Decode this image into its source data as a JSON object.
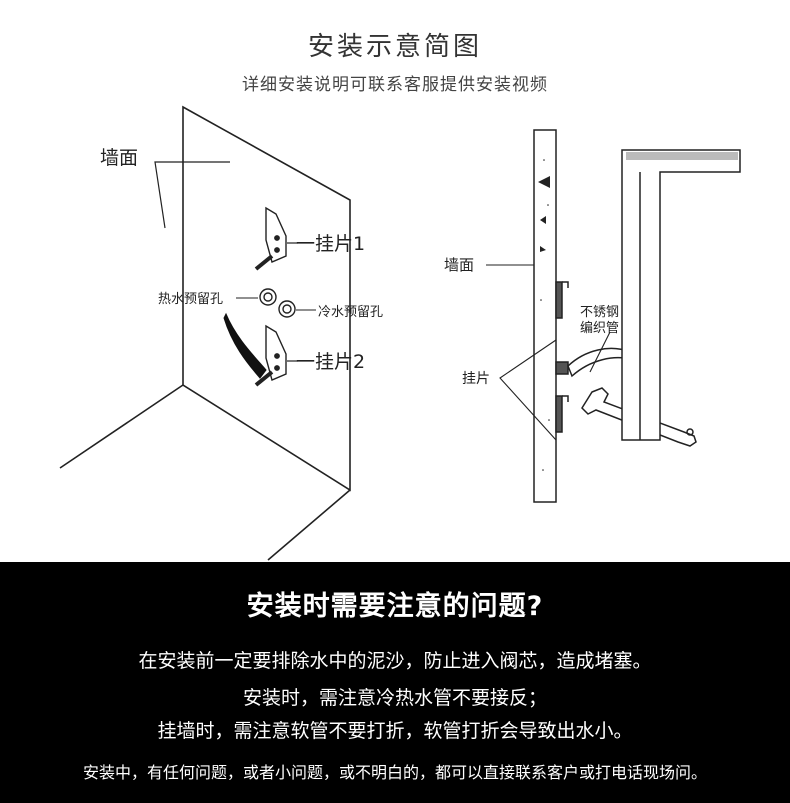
{
  "header": {
    "title": "安装示意简图",
    "subtitle": "详细安装说明可联系客服提供安装视频"
  },
  "left_diagram": {
    "wall_label": "墙面",
    "bracket1_label": "一挂片1",
    "bracket2_label": "一挂片2",
    "hot_hole_label": "热水预留孔",
    "cold_hole_label": "冷水预留孔"
  },
  "right_diagram": {
    "wall_label": "墙面",
    "bracket_label": "挂片",
    "hose_label_line1": "不锈钢",
    "hose_label_line2": "编织管"
  },
  "notes": {
    "title": "安装时需要注意的问题?",
    "line1": "在安装前一定要排除水中的泥沙，防止进入阀芯，造成堵塞。",
    "line2": "安装时，需注意冷热水管不要接反；",
    "line3": "挂墙时，需注意软管不要打折，软管打折会导致出水小。",
    "line4": "安装中，有任何问题，或者小问题，或不明白的，都可以直接联系客户或打电话现场问。"
  }
}
